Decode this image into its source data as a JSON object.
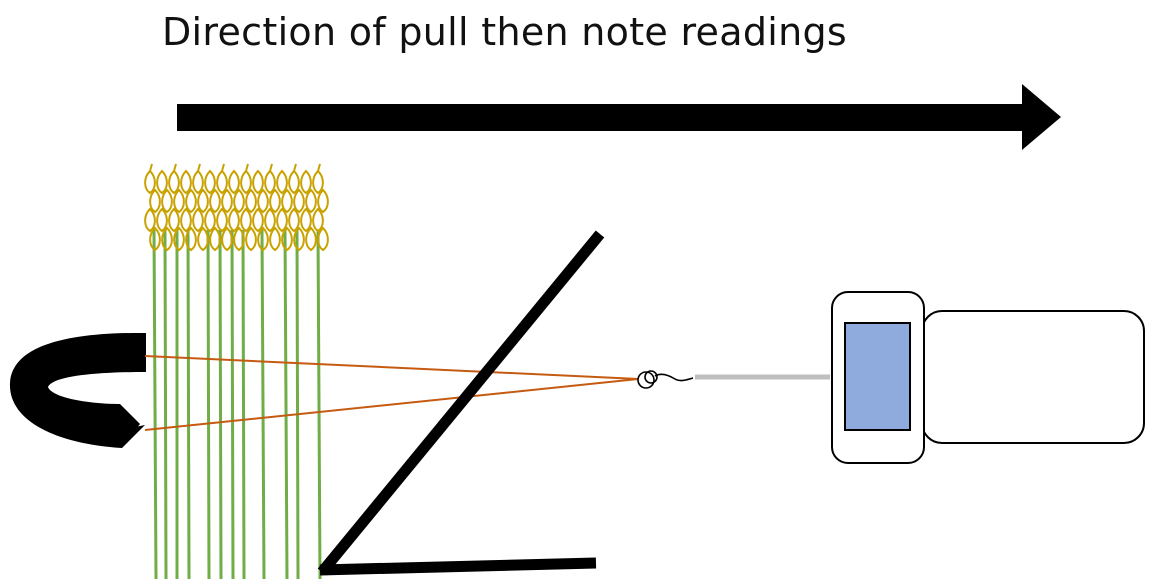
{
  "title": "Direction of pull then note readings",
  "colors": {
    "arrow": "#000000",
    "stem": "#70AD47",
    "ear": "#C9A200",
    "wire": "#C55A11",
    "screen": "#8FAADC",
    "cable": "#BFBFBF",
    "outline": "#000000"
  },
  "icons": [
    "direction-arrow",
    "wheat-stems",
    "rotation-arrow",
    "hinged-lever",
    "hook",
    "force-gauge"
  ]
}
